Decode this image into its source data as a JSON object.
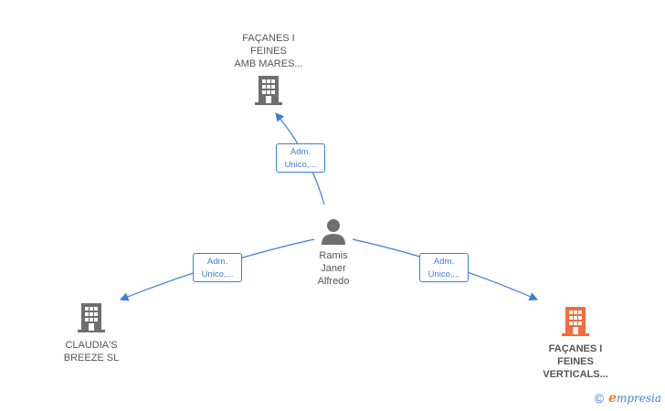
{
  "nodes": {
    "company_top": {
      "label": "FAÇANES I\nFEINES\nAMB MARES...",
      "icon": "building-icon",
      "color": "#6e6e6e"
    },
    "company_left": {
      "label": "CLAUDIA'S\nBREEZE  SL",
      "icon": "building-icon",
      "color": "#6e6e6e"
    },
    "company_right": {
      "label": "FAÇANES I\nFEINES\nVERTICALS...",
      "icon": "building-icon",
      "color": "#f26b3a"
    },
    "person": {
      "label": "Ramis\nJaner\nAlfredo",
      "icon": "person-icon",
      "color": "#6e6e6e"
    }
  },
  "edges": [
    {
      "line1": "Adm.",
      "line2": "Unico,..."
    },
    {
      "line1": "Adm.",
      "line2": "Unico,..."
    },
    {
      "line1": "Adm.",
      "line2": "Unico,..."
    }
  ],
  "colors": {
    "edge": "#3b7dd8"
  },
  "footer": {
    "copyright": "©",
    "brand_initial": "e",
    "brand_rest": "mpresia"
  }
}
